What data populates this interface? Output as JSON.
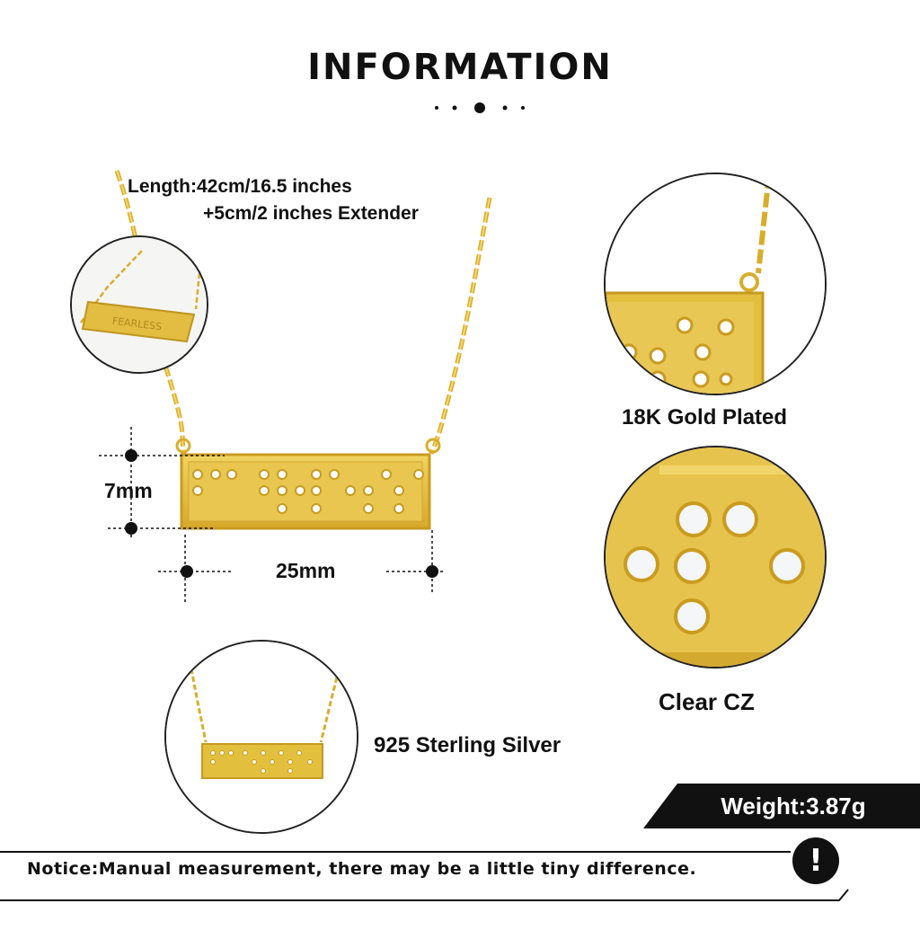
{
  "header": {
    "title": "INFORMATION"
  },
  "specs": {
    "length_line1": "Length:42cm/16.5 inches",
    "length_line2": "+5cm/2 inches Extender",
    "height_dim": "7mm",
    "width_dim": "25mm",
    "plating": "18K Gold Plated",
    "stone": "Clear CZ",
    "material": "925 Sterling Silver",
    "weight": "Weight:3.87g"
  },
  "inset": {
    "engraving": "FEARLESS"
  },
  "notice": {
    "text": "Notice:Manual measurement, there may be a little tiny difference.",
    "icon_glyph": "!"
  },
  "colors": {
    "gold": "#e3bf3e",
    "gold_dark": "#c99b1f",
    "gold_light": "#f3d76a",
    "ink": "#111111"
  }
}
